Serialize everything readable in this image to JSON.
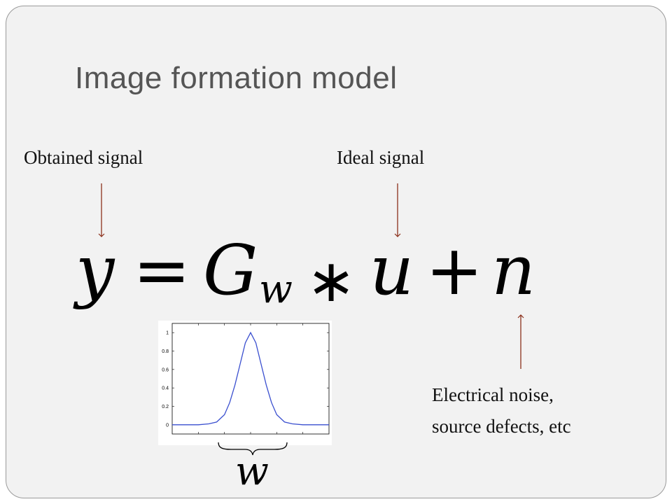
{
  "slide": {
    "title": "Image formation model"
  },
  "labels": {
    "obtained_signal": "Obtained signal",
    "ideal_signal": "Ideal signal",
    "noise_line1": "Electrical noise,",
    "noise_line2": "source defects, etc"
  },
  "equation": {
    "lhs": "y",
    "equals": "=",
    "kernel": "G",
    "kernel_subscript": "w",
    "convolve": "∗",
    "ideal": "u",
    "plus": "+",
    "noise": "n"
  },
  "brace_label": "w",
  "colors": {
    "arrow": "#8b2f1a",
    "curve": "#3a4fcf",
    "slide_bg": "#f2f2f2",
    "title": "#555555"
  },
  "chart_data": {
    "type": "line",
    "x": [
      -3,
      -2.5,
      -2,
      -1.6,
      -1.3,
      -1,
      -0.8,
      -0.6,
      -0.4,
      -0.2,
      0,
      0.2,
      0.4,
      0.6,
      0.8,
      1,
      1.3,
      1.6,
      2,
      2.5,
      3
    ],
    "y": [
      0,
      0,
      0,
      0.01,
      0.03,
      0.11,
      0.24,
      0.43,
      0.66,
      0.89,
      1,
      0.89,
      0.66,
      0.43,
      0.24,
      0.11,
      0.03,
      0.01,
      0,
      0,
      0
    ],
    "yticks": [
      "0",
      "0.2",
      "0.4",
      "0.6",
      "0.8",
      "1"
    ],
    "ylim": [
      -0.1,
      1.1
    ],
    "xlim": [
      -3,
      3
    ],
    "grid": false
  }
}
